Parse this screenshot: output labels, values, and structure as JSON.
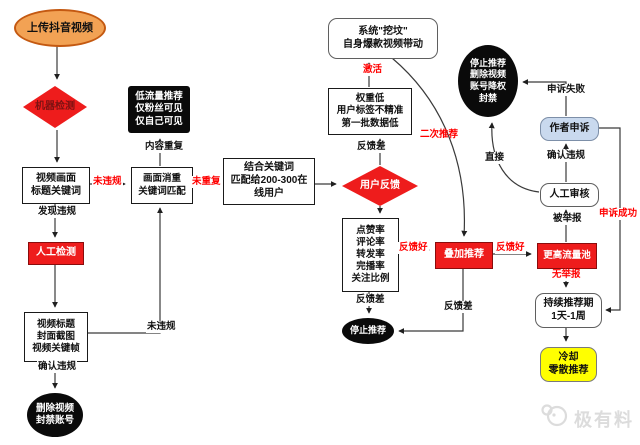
{
  "nodes": {
    "upload": {
      "lines": [
        "上传抖音视频"
      ]
    },
    "machine_check": {
      "lines": [
        "机器检测"
      ]
    },
    "low_traffic": {
      "lines": [
        "低流量推荐",
        "仅粉丝可见",
        "仅自己可见"
      ]
    },
    "video_frame": {
      "lines": [
        "视频画面",
        "标题关键词"
      ]
    },
    "dedup": {
      "lines": [
        "画面消重",
        "关键词匹配"
      ]
    },
    "manual_check": {
      "lines": [
        "人工检测"
      ]
    },
    "video_title": {
      "lines": [
        "视频标题",
        "封面截图",
        "视频关键帧"
      ]
    },
    "delete_ban": {
      "lines": [
        "删除视频",
        "封禁账号"
      ]
    },
    "system_dig": {
      "lines": [
        "系统\"挖坟\"",
        "自身爆款视频带动"
      ]
    },
    "low_weight": {
      "lines": [
        "权重低",
        "用户标签不精准",
        "第一批数据低"
      ]
    },
    "match_users": {
      "lines": [
        "结合关键词",
        "匹配给200-300在",
        "线用户"
      ]
    },
    "user_feedback": {
      "lines": [
        "用户反馈"
      ]
    },
    "metrics": {
      "lines": [
        "点赞率",
        "评论率",
        "转发率",
        "完播率",
        "关注比例"
      ]
    },
    "stop_rec": {
      "lines": [
        "停止推荐"
      ]
    },
    "stacked_rec": {
      "lines": [
        "叠加推荐"
      ]
    },
    "higher_pool": {
      "lines": [
        "更高流量池"
      ]
    },
    "manual_review": {
      "lines": [
        "人工审核"
      ]
    },
    "author_appeal": {
      "lines": [
        "作者申诉"
      ]
    },
    "stop_delete_ban": {
      "lines": [
        "停止推荐",
        "删除视频",
        "账号降权",
        "封禁"
      ]
    },
    "sustain": {
      "lines": [
        "持续推荐期",
        "1天-1周"
      ]
    },
    "cooldown": {
      "lines": [
        "冷却",
        "零散推荐"
      ]
    }
  },
  "labels": {
    "not_violate_1": "未违规",
    "not_dup": "未重复",
    "content_dup": "内容重复",
    "found_violate": "发现违规",
    "confirm_left": "确认违规",
    "not_violate_2": "未违规",
    "feedback_bad_1": "反馈差",
    "activate": "激活",
    "second_rec": "二次推荐",
    "feedback_good_1": "反馈好",
    "feedback_bad_2": "反馈差",
    "feedback_bad_3": "反馈差",
    "feedback_good_2": "反馈好",
    "reported": "被举报",
    "no_report": "无举报",
    "confirm_right": "确认违规",
    "appeal_fail": "申诉失败",
    "direct": "直接",
    "appeal_success": "申诉成功"
  },
  "watermark": {
    "text": "极有料"
  },
  "colors": {
    "node_red": "#ee1c1c",
    "label_red": "#ff0000",
    "node_black": "#0a0a0a",
    "upload_orange": "#f2a254",
    "appeal_blue": "#c9d9ee",
    "cooldown_yellow": "#ffff00"
  }
}
